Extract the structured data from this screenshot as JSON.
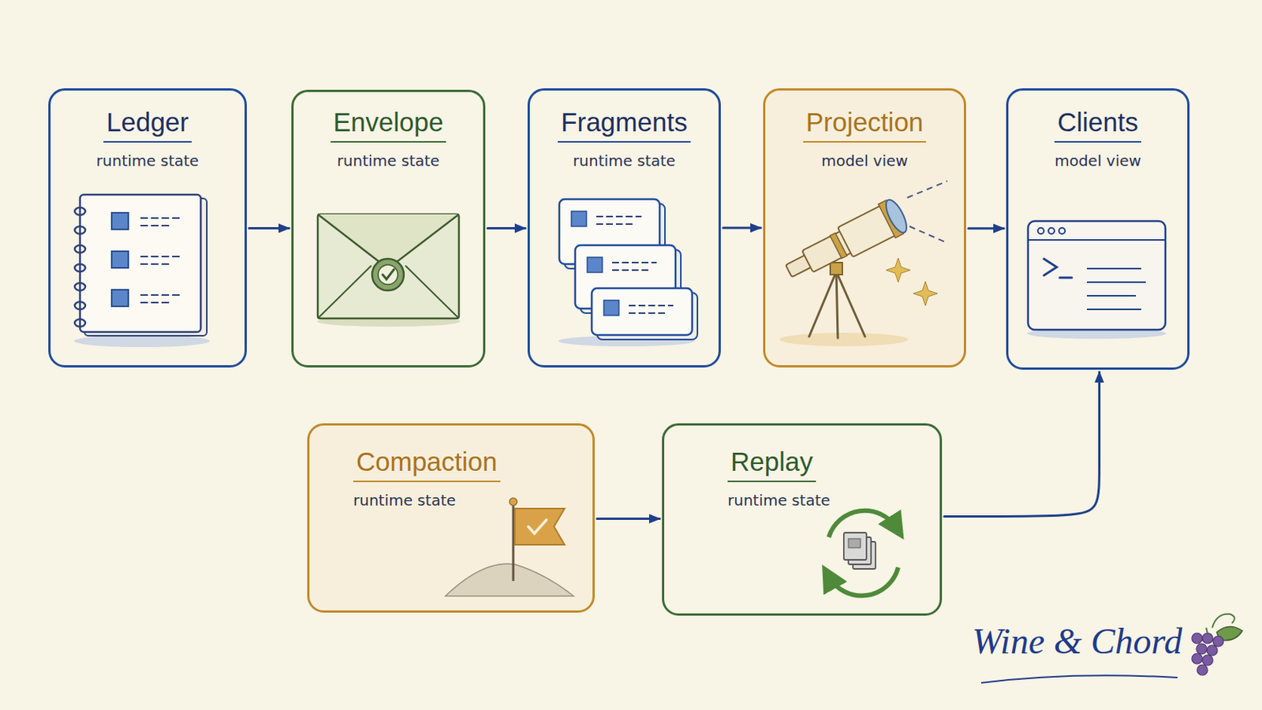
{
  "diagram": {
    "nodes": [
      {
        "text": [
          "Ledger",
          "runtime state"
        ]
      },
      {
        "text": [
          "Envelope",
          "runtime state"
        ]
      },
      {
        "text": [
          "Fragments",
          "runtime state"
        ]
      },
      {
        "text": [
          "Projection",
          "model view"
        ]
      },
      {
        "text": [
          "Clients",
          "model view"
        ]
      },
      {
        "text": [
          "Compaction",
          "runtime state"
        ]
      },
      {
        "text": [
          "Replay",
          "runtime state"
        ]
      }
    ],
    "edges": [
      {
        "from": 0,
        "to": 1,
        "arrow": "to"
      },
      {
        "from": 1,
        "to": 2,
        "arrow": "to"
      },
      {
        "from": 2,
        "to": 3,
        "arrow": "to"
      },
      {
        "from": 3,
        "to": 4,
        "arrow": "to"
      },
      {
        "from": 5,
        "to": 6,
        "arrow": "to"
      },
      {
        "from": 6,
        "to": 4,
        "arrow": "to"
      }
    ],
    "labels": [
      "Wine & Chord"
    ]
  }
}
